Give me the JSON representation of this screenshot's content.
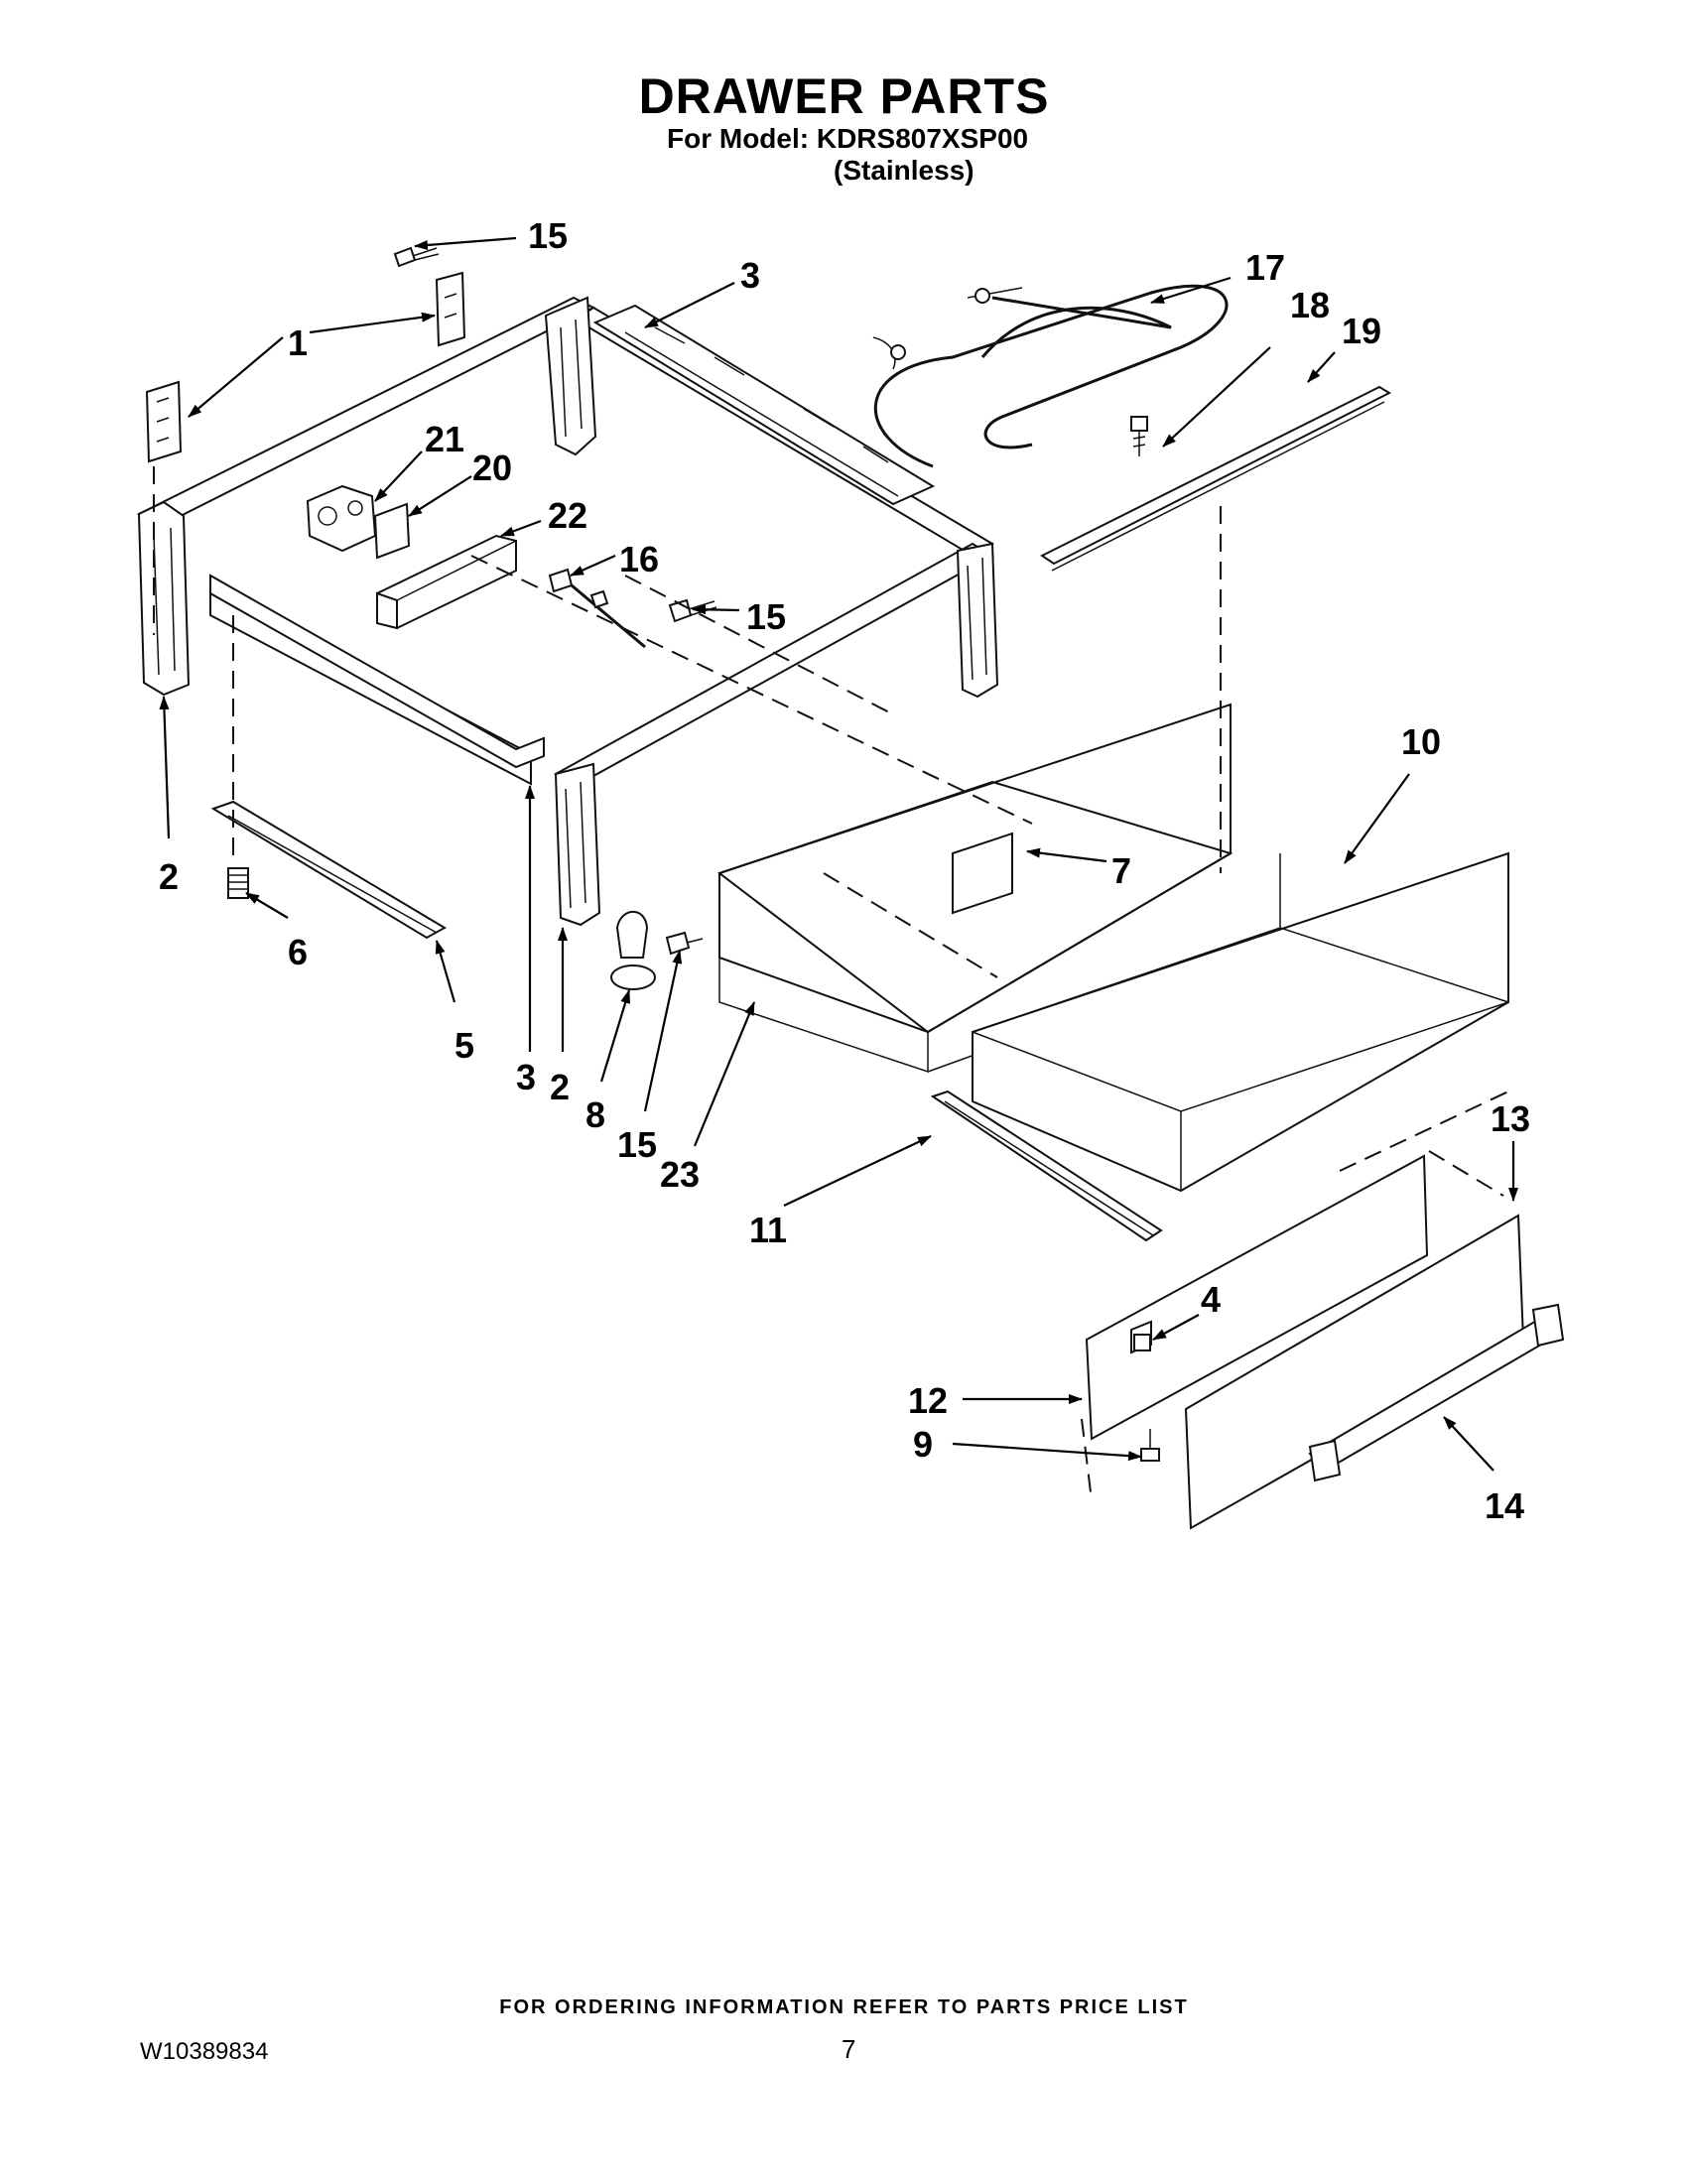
{
  "header": {
    "title": "DRAWER PARTS",
    "model_line": "For Model: KDRS807XSP00",
    "variant": "(Stainless)"
  },
  "diagram": {
    "callouts": [
      "15",
      "3",
      "17",
      "18",
      "19",
      "1",
      "21",
      "20",
      "22",
      "16",
      "15",
      "2",
      "6",
      "5",
      "3",
      "2",
      "8",
      "15",
      "23",
      "10",
      "7",
      "11",
      "13",
      "4",
      "12",
      "9",
      "14"
    ]
  },
  "footer": {
    "ordering_note": "FOR ORDERING INFORMATION REFER TO PARTS PRICE LIST",
    "doc_number": "W10389834",
    "page_number": "7"
  }
}
